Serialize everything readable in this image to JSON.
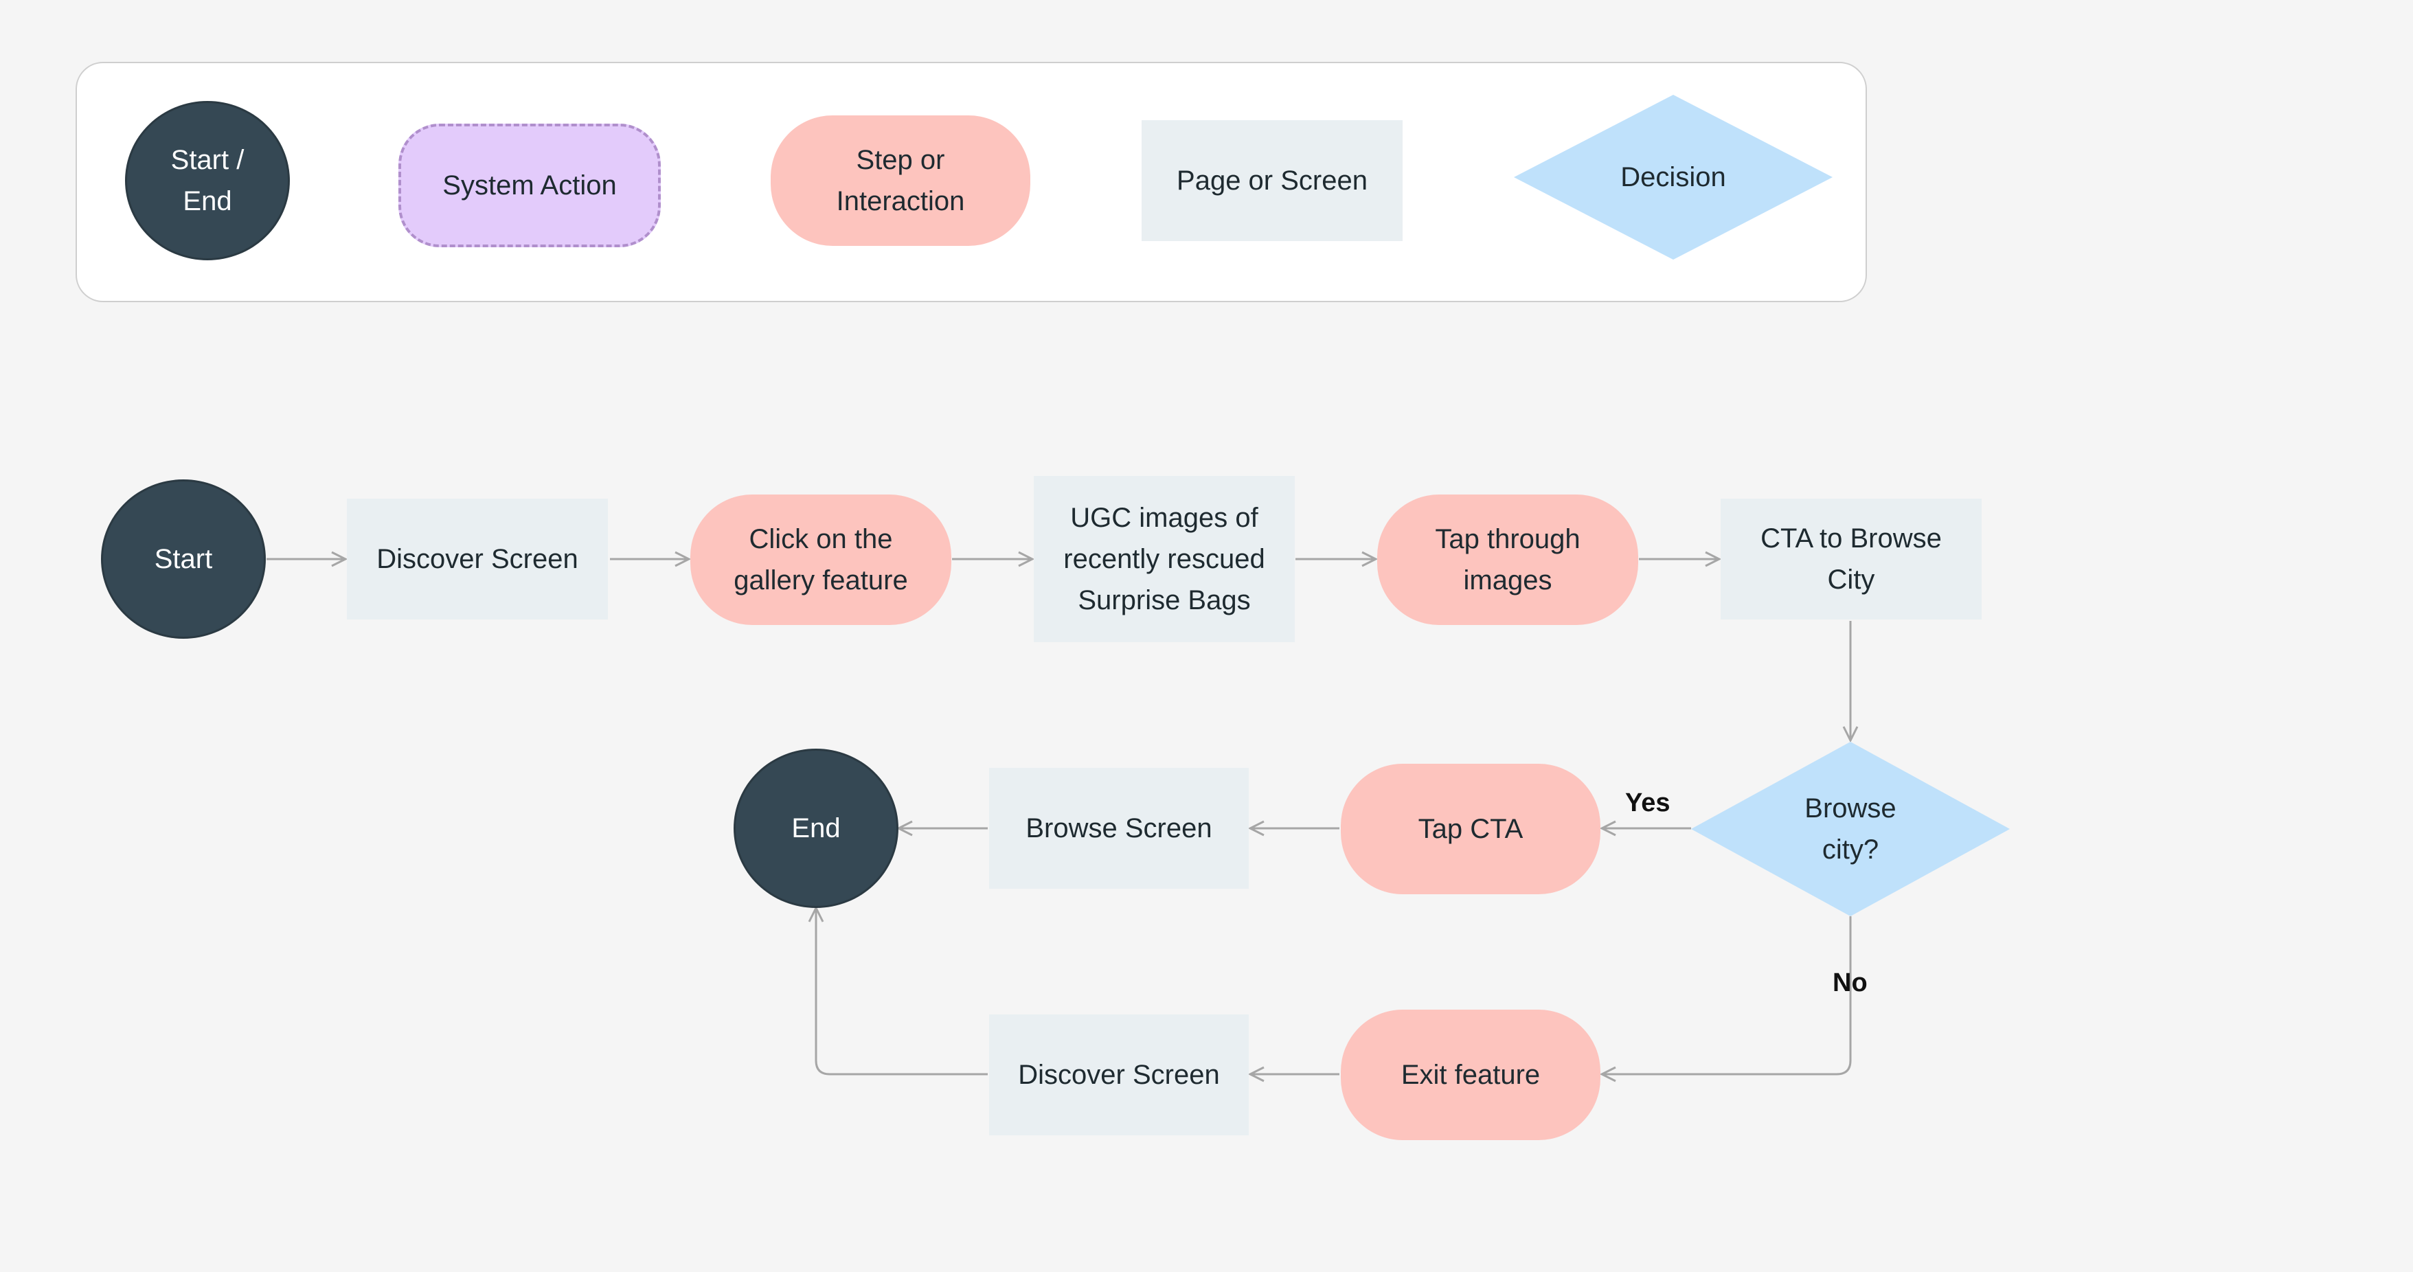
{
  "colors": {
    "start_end": "#354854",
    "system_action": "#e3cbfb",
    "step": "#fdc4be",
    "page": "#e9eff2",
    "decision": "#bfe1fb",
    "connector": "#a6a6a6"
  },
  "legend": {
    "start_end": "Start / End",
    "system_action": "System Action",
    "step_interaction": "Step or Interaction",
    "page_screen": "Page or Screen",
    "decision": "Decision"
  },
  "flow": {
    "start": "Start",
    "discover_screen": "Discover Screen",
    "click_gallery": "Click on the gallery feature",
    "ugc_images": "UGC images of recently rescued Surprise Bags",
    "tap_through": "Tap through images",
    "cta_browse_city": "CTA to Browse City",
    "browse_city_decision": "Browse city?",
    "yes_label": "Yes",
    "no_label": "No",
    "tap_cta": "Tap CTA",
    "browse_screen": "Browse Screen",
    "end": "End",
    "exit_feature": "Exit feature",
    "discover_screen_2": "Discover Screen"
  }
}
